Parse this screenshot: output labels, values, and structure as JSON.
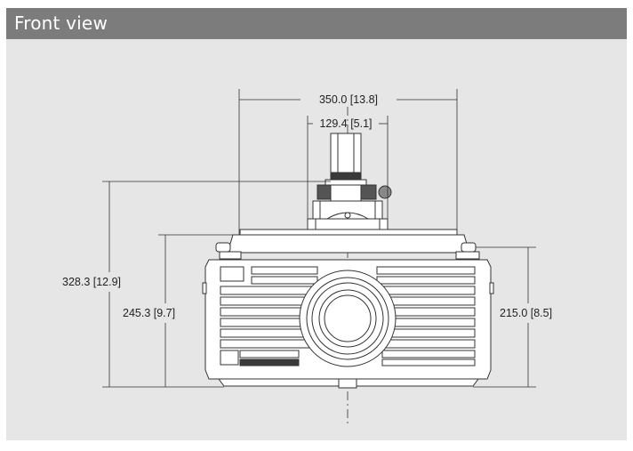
{
  "header": {
    "title": "Front view"
  },
  "dimensions": {
    "overall_width": "350.0 [13.8]",
    "mount_width": "129.4 [5.1]",
    "total_height": "328.3 [12.9]",
    "body_height_with_feet": "245.3 [9.7]",
    "body_height": "215.0 [8.5]"
  },
  "colors": {
    "panel_bg": "#e6e6e6",
    "header_bg": "#7c7c7c",
    "line": "#333333"
  }
}
